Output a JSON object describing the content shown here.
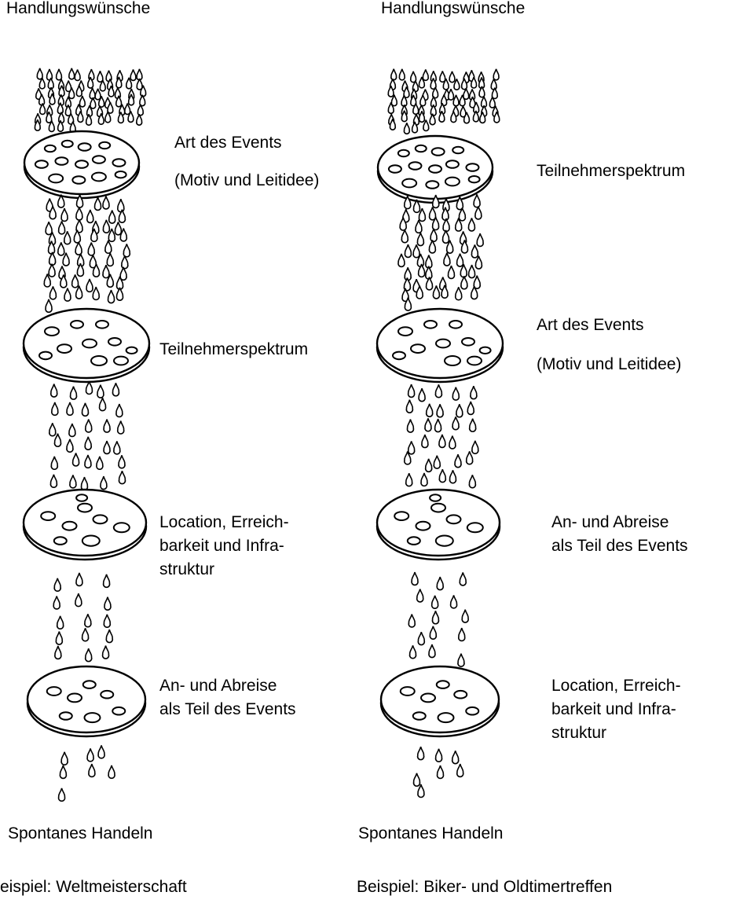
{
  "left": {
    "top_label": "Handlungswünsche",
    "bottom_label": "Spontanes Handeln",
    "example": "eispiel: Weltmeisterschaft",
    "stages": [
      {
        "lines": [
          "Art des Events",
          "(Motiv und Leitidee)"
        ]
      },
      {
        "lines": [
          "Teilnehmerspektrum"
        ]
      },
      {
        "lines": [
          "Location, Erreich-",
          "barkeit und Infra-",
          "struktur"
        ]
      },
      {
        "lines": [
          "An- und Abreise",
          "als Teil des Events"
        ]
      }
    ]
  },
  "right": {
    "top_label": "Handlungswünsche",
    "bottom_label": "Spontanes Handeln",
    "example": "Beispiel: Biker- und Oldtimertreffen",
    "stages": [
      {
        "lines": [
          "Teilnehmerspektrum"
        ]
      },
      {
        "lines": [
          "Art des Events",
          "(Motiv und Leitidee)"
        ]
      },
      {
        "lines": [
          "An- und Abreise",
          "als Teil des Events"
        ]
      },
      {
        "lines": [
          "Location, Erreich-",
          "barkeit und Infra-",
          "struktur"
        ]
      }
    ]
  },
  "icons": {
    "filter": "sieve-disc-icon",
    "drop": "drop-icon"
  }
}
